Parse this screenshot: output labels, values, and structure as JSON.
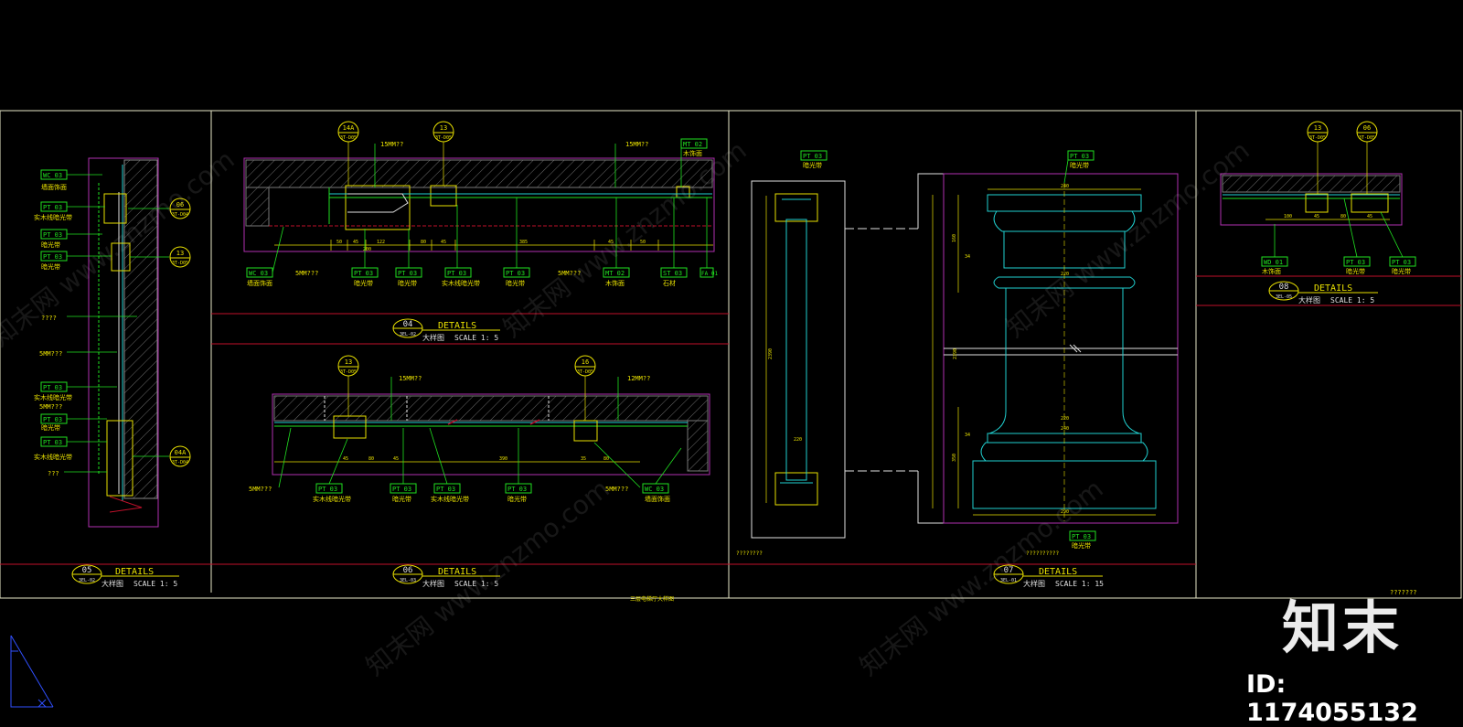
{
  "details": {
    "d05": {
      "num": "05",
      "title": "DETAILS",
      "ref": "3EL-02",
      "cn": "大样图",
      "scale": "SCALE  1: 5"
    },
    "d04": {
      "num": "04",
      "title": "DETAILS",
      "ref": "3EL-02",
      "cn": "大样图",
      "scale": "SCALE  1: 5"
    },
    "d06": {
      "num": "06",
      "title": "DETAILS",
      "ref": "3EL-03",
      "cn": "大样图",
      "scale": "SCALE  1: 5"
    },
    "d07": {
      "num": "07",
      "title": "DETAILS",
      "ref": "3EL-01",
      "cn": "大样图",
      "scale": "SCALE  1: 15"
    },
    "d08": {
      "num": "08",
      "title": "DETAILS",
      "ref": "3EL-05",
      "cn": "大样图",
      "scale": "SCALE  1: 5"
    }
  },
  "callouts": {
    "c06": {
      "top": "06",
      "bottom": "3T-D04"
    },
    "c13a": {
      "top": "13",
      "bottom": "3T-D05"
    },
    "c04a": {
      "top": "04A",
      "bottom": "3T-D04"
    },
    "c14a": {
      "top": "14A",
      "bottom": "3T-D05"
    },
    "c13b": {
      "top": "13",
      "bottom": "3T-D05"
    },
    "c13c": {
      "top": "13",
      "bottom": "3T-D05"
    },
    "c16": {
      "top": "16",
      "bottom": "3T-D05"
    },
    "c13d": {
      "top": "13",
      "bottom": "3T-D05"
    },
    "c06b": {
      "top": "06",
      "bottom": "3T-D05"
    }
  },
  "tags": {
    "wc": "WC 03",
    "pt": "PT 03",
    "mt": "MT 02",
    "st": "ST 03",
    "fa": "FA 01",
    "wd": "WD 01"
  },
  "notes": {
    "n5mm": "5MM???",
    "n15mm": "15MM??",
    "n12mm": "12MM??",
    "q4": "????",
    "q3": "???",
    "light": "暗光带",
    "wood": "实木线暗光带",
    "paint": "墙面饰面",
    "stone": "石材",
    "wall": "木饰面",
    "bottom07": "????????",
    "bottom07b": "??????????",
    "corner": "???????",
    "mid": "三层电梯厅大样图"
  },
  "dims": {
    "d50": "50",
    "d45": "45",
    "d80": "80",
    "d122": "122",
    "d200": "200",
    "d385": "385",
    "d390": "390",
    "d35": "35",
    "d100": "100",
    "d2390": "2390",
    "d240": "240",
    "d220": "220",
    "d290": "290",
    "d34": "34",
    "d160": "160",
    "d350": "350"
  },
  "watermark": {
    "text": "知末网 www.znzmo.com",
    "logo": "知末",
    "id": "ID: 1174055132"
  },
  "colors": {
    "frame": "#e8e8c8",
    "red": "#c0102a",
    "mag": "#b030b0",
    "cyan": "#20d0d0",
    "yellow": "#e8e000",
    "green": "#20e020",
    "white": "#e0e0e0"
  }
}
